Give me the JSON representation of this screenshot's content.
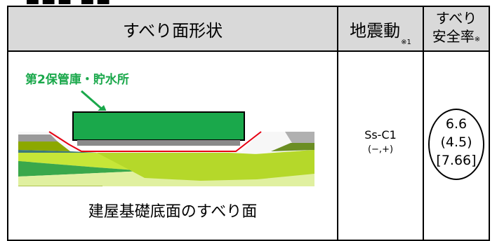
{
  "header": {
    "shape": "すべり面形状",
    "motion": "地震動",
    "motion_note": "※1",
    "factor_line1": "すべり",
    "factor_line2": "安全率",
    "factor_note": "※"
  },
  "figure": {
    "building_label": "第2保管庫・貯水所",
    "caption": "建屋基礎底面のすべり面"
  },
  "ground_motion": {
    "main": "Ss-C1",
    "sub": "(−,+)"
  },
  "safety_factor": {
    "value1": "6.6",
    "value2": "(4.5)",
    "value3": "[7.66]"
  },
  "colors": {
    "header_bg": "#d9d9d9",
    "building_fill": "#1aa84b",
    "label_green": "#1aa84b",
    "slip_line": "#e60012"
  }
}
